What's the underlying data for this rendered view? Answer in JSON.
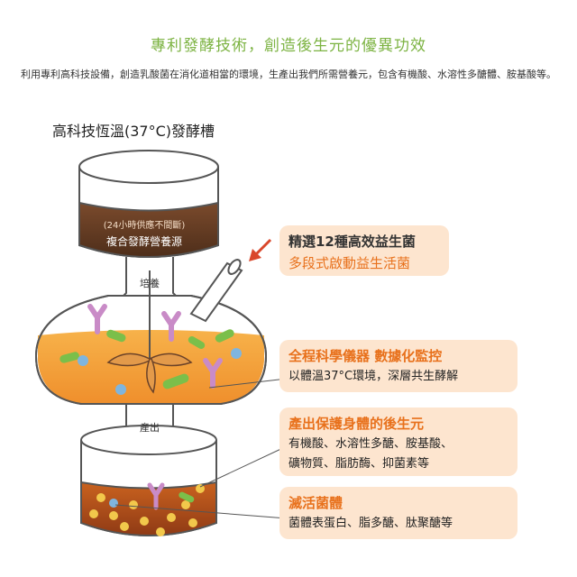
{
  "header": {
    "title": "專利發酵技術，創造後生元的優異功效",
    "intro": "利用專利高科技設備，創造乳酸菌在消化道相當的環境，生產出我們所需營養元，包含有機酸、水溶性多醣體、胺基酸等。"
  },
  "diagram": {
    "subtitle": "高科技恆溫(37°C)發酵槽",
    "tank_note": "(24小時供應不間斷)",
    "tank_label": "複合發酵營養源",
    "pipe_label_top": "培養",
    "pipe_label_bottom": "產出"
  },
  "boxes": [
    {
      "line1": "精選12種高效益生菌",
      "line2": "多段式啟動益生活菌"
    },
    {
      "line1": "全程科學儀器 數據化監控",
      "line2": "以體溫37°C環境，深層共生酵解"
    },
    {
      "line1": "產出保護身體的後生元",
      "line2": "有機酸、水溶性多醣、胺基酸、",
      "line3": "礦物質、脂肪酶、抑菌素等"
    },
    {
      "line1": "滅活菌體",
      "line2": "菌體表蛋白、脂多醣、肽聚醣等"
    }
  ],
  "colors": {
    "accent_green": "#7cb342",
    "accent_orange": "#e8711c",
    "box_fill": "#fde5cf",
    "liquid_orange": "#f3a33d",
    "nutrient_brown": "#6b4228"
  }
}
